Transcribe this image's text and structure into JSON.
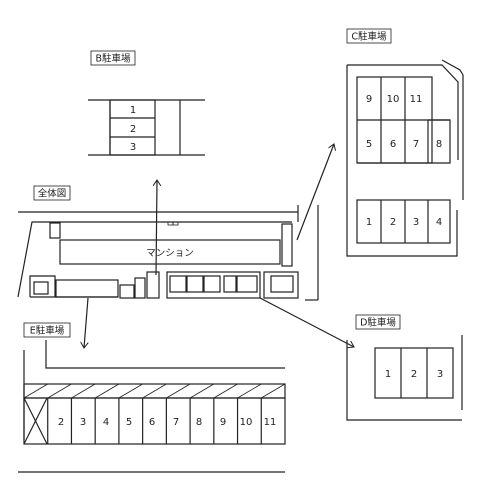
{
  "labels": {
    "b_lot": "B駐車場",
    "c_lot": "C駐車場",
    "d_lot": "D駐車場",
    "e_lot": "E駐車場",
    "overall": "全体図",
    "building": "マンション"
  },
  "b_spaces": [
    "1",
    "2",
    "3"
  ],
  "c_spaces_top": [
    "9",
    "10",
    "11"
  ],
  "c_spaces_mid": [
    "5",
    "6",
    "7",
    "8"
  ],
  "c_spaces_bottom": [
    "1",
    "2",
    "3",
    "4"
  ],
  "d_spaces": [
    "1",
    "2",
    "3"
  ],
  "e_spaces": [
    "",
    "2",
    "3",
    "4",
    "5",
    "6",
    "7",
    "8",
    "9",
    "10",
    "11"
  ]
}
